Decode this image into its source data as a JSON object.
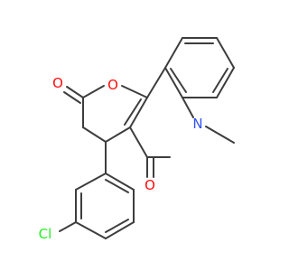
{
  "atoms": {
    "o_carbonyl_lactone": {
      "text": "O",
      "color": "#ff0d0d"
    },
    "o_ring": {
      "text": "O",
      "color": "#ff0d0d"
    },
    "o_carbonyl_amide": {
      "text": "O",
      "color": "#ff0d0d"
    },
    "n_amide": {
      "text": "N",
      "color": "#3050f8"
    },
    "cl": {
      "text": "Cl",
      "color": "#1ff01f"
    }
  },
  "colors": {
    "bond": "#3d3d3d",
    "background": "#ffffff"
  }
}
